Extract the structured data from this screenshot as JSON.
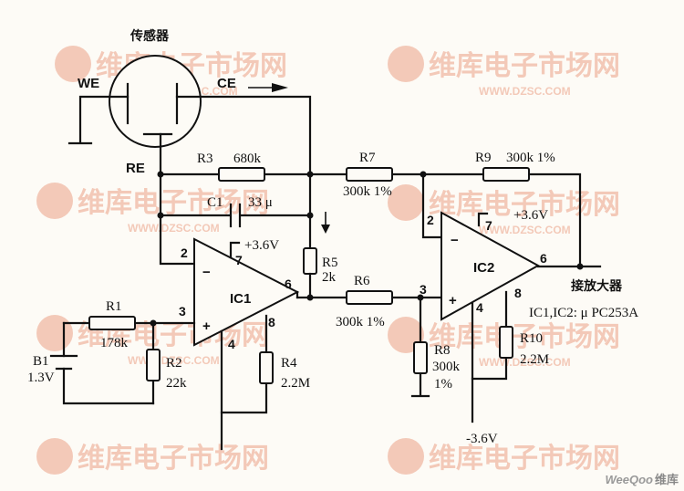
{
  "watermark": {
    "brand": "维库电子市场网",
    "url": "WWW.DZSC.COM",
    "color": "#f3c9b8"
  },
  "sensor": {
    "title": "传感器",
    "we": "WE",
    "ce": "CE",
    "re": "RE"
  },
  "components": {
    "R1": {
      "name": "R1",
      "value": "178k"
    },
    "R2": {
      "name": "R2",
      "value": "22k"
    },
    "R3": {
      "name": "R3",
      "value": "680k"
    },
    "R4": {
      "name": "R4",
      "value": "2.2M"
    },
    "R5": {
      "name": "R5",
      "value": "2k"
    },
    "R6": {
      "name": "R6",
      "value": "300k 1%"
    },
    "R7": {
      "name": "R7",
      "value": "300k  1%"
    },
    "R8": {
      "name": "R8",
      "value": "300k",
      "tol": "1%"
    },
    "R9": {
      "name": "R9",
      "value": "300k 1%"
    },
    "R10": {
      "name": "R10",
      "value": "2.2M"
    },
    "C1": {
      "name": "C1",
      "value": "33 μ"
    },
    "B1": {
      "name": "B1",
      "value": "1.3V"
    }
  },
  "ic1": {
    "name": "IC1",
    "supply": "+3.6V",
    "pins": {
      "p2": "2",
      "p3": "3",
      "p4": "4",
      "p6": "6",
      "p7": "7",
      "p8": "8"
    },
    "minus": "−",
    "plus": "+"
  },
  "ic2": {
    "name": "IC2",
    "supply": "+3.6V",
    "neg_supply": "-3.6V",
    "pins": {
      "p2": "2",
      "p3": "3",
      "p4": "4",
      "p6": "6",
      "p7": "7",
      "p8": "8"
    },
    "minus": "−",
    "plus": "+"
  },
  "output_label": "接放大器",
  "ic_note": "IC1,IC2: μ PC253A",
  "footer": {
    "brand": "WeeQoo",
    "cn": "维库"
  }
}
